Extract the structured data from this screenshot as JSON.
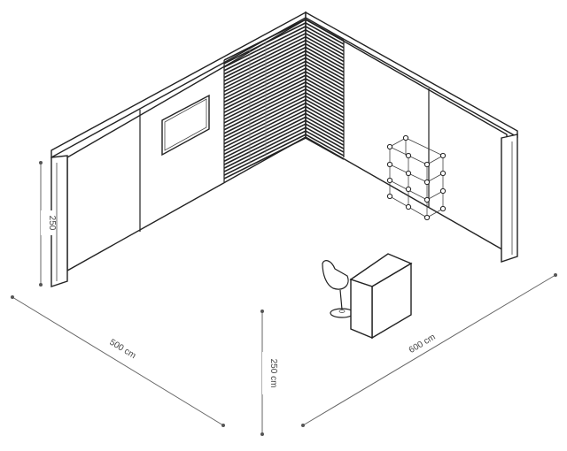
{
  "dimensions": {
    "width_left": "500 cm",
    "width_right": "600 cm",
    "height_center": "250 cm",
    "height_left": "250"
  },
  "colors": {
    "line": "#222222",
    "dimension": "#666666",
    "background": "#ffffff"
  },
  "elements": [
    "back-walls",
    "slatted-corner-wall",
    "wall-tv-screen",
    "cube-shelf-unit",
    "reception-counter",
    "swivel-chair",
    "end-panels"
  ]
}
